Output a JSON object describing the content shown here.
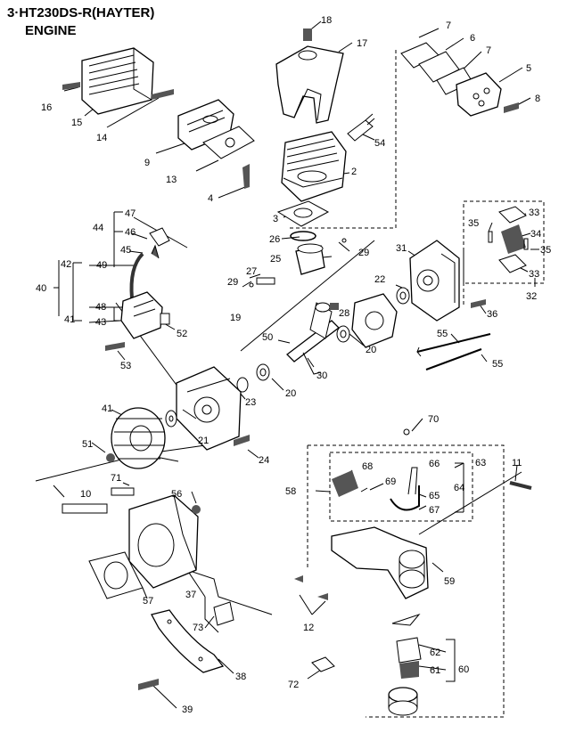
{
  "title_line1": "3·HT230DS-R(HAYTER)",
  "title_line2": "ENGINE",
  "colors": {
    "ink": "#000000",
    "paper": "#ffffff",
    "shade": "#555555"
  },
  "callouts": [
    {
      "id": "c16",
      "text": "16"
    },
    {
      "id": "c15",
      "text": "15"
    },
    {
      "id": "c14",
      "text": "14"
    },
    {
      "id": "c9",
      "text": "9"
    },
    {
      "id": "c13",
      "text": "13"
    },
    {
      "id": "c4",
      "text": "4"
    },
    {
      "id": "c18",
      "text": "18"
    },
    {
      "id": "c17",
      "text": "17"
    },
    {
      "id": "c54",
      "text": "54"
    },
    {
      "id": "c2",
      "text": "2"
    },
    {
      "id": "c3",
      "text": "3"
    },
    {
      "id": "c7a",
      "text": "7"
    },
    {
      "id": "c6",
      "text": "6"
    },
    {
      "id": "c7b",
      "text": "7"
    },
    {
      "id": "c5",
      "text": "5"
    },
    {
      "id": "c8",
      "text": "8"
    },
    {
      "id": "c47",
      "text": "47"
    },
    {
      "id": "c44",
      "text": "44"
    },
    {
      "id": "c46",
      "text": "46"
    },
    {
      "id": "c45",
      "text": "45"
    },
    {
      "id": "c42",
      "text": "42"
    },
    {
      "id": "c49",
      "text": "49"
    },
    {
      "id": "c40",
      "text": "40"
    },
    {
      "id": "c48",
      "text": "48"
    },
    {
      "id": "c41a",
      "text": "41"
    },
    {
      "id": "c43",
      "text": "43"
    },
    {
      "id": "c52",
      "text": "52"
    },
    {
      "id": "c53",
      "text": "53"
    },
    {
      "id": "c26",
      "text": "26"
    },
    {
      "id": "c29a",
      "text": "29"
    },
    {
      "id": "c25",
      "text": "25"
    },
    {
      "id": "c27",
      "text": "27"
    },
    {
      "id": "c29b",
      "text": "29"
    },
    {
      "id": "c22",
      "text": "22"
    },
    {
      "id": "c31",
      "text": "31"
    },
    {
      "id": "c35a",
      "text": "35"
    },
    {
      "id": "c33a",
      "text": "33"
    },
    {
      "id": "c34",
      "text": "34"
    },
    {
      "id": "c35b",
      "text": "35"
    },
    {
      "id": "c33b",
      "text": "33"
    },
    {
      "id": "c32",
      "text": "32"
    },
    {
      "id": "c36",
      "text": "36"
    },
    {
      "id": "c19",
      "text": "19"
    },
    {
      "id": "c28",
      "text": "28"
    },
    {
      "id": "c50",
      "text": "50"
    },
    {
      "id": "c20a",
      "text": "20"
    },
    {
      "id": "c55a",
      "text": "55"
    },
    {
      "id": "c55b",
      "text": "55"
    },
    {
      "id": "c30",
      "text": "30"
    },
    {
      "id": "c20b",
      "text": "20"
    },
    {
      "id": "c23",
      "text": "23"
    },
    {
      "id": "c41b",
      "text": "41"
    },
    {
      "id": "c21",
      "text": "21"
    },
    {
      "id": "c51",
      "text": "51"
    },
    {
      "id": "c24",
      "text": "24"
    },
    {
      "id": "c70",
      "text": "70"
    },
    {
      "id": "c66",
      "text": "66"
    },
    {
      "id": "c63",
      "text": "63"
    },
    {
      "id": "c68",
      "text": "68"
    },
    {
      "id": "c69",
      "text": "69"
    },
    {
      "id": "c65",
      "text": "65"
    },
    {
      "id": "c64",
      "text": "64"
    },
    {
      "id": "c67",
      "text": "67"
    },
    {
      "id": "c58",
      "text": "58"
    },
    {
      "id": "c11",
      "text": "11"
    },
    {
      "id": "c71",
      "text": "71"
    },
    {
      "id": "c10",
      "text": "10"
    },
    {
      "id": "c56",
      "text": "56"
    },
    {
      "id": "c59",
      "text": "59"
    },
    {
      "id": "c57",
      "text": "57"
    },
    {
      "id": "c37",
      "text": "37"
    },
    {
      "id": "c12",
      "text": "12"
    },
    {
      "id": "c73",
      "text": "73"
    },
    {
      "id": "c62",
      "text": "62"
    },
    {
      "id": "c61",
      "text": "61"
    },
    {
      "id": "c60",
      "text": "60"
    },
    {
      "id": "c38",
      "text": "38"
    },
    {
      "id": "c72",
      "text": "72"
    },
    {
      "id": "c39",
      "text": "39"
    }
  ]
}
